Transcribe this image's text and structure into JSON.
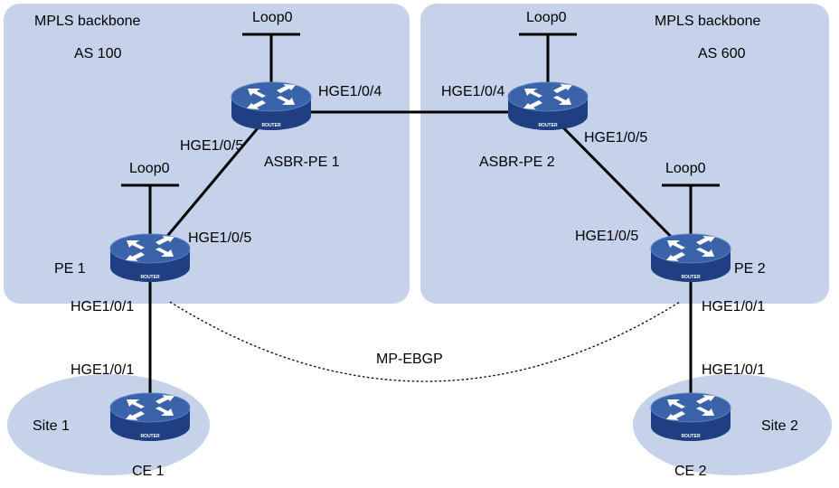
{
  "colors": {
    "region_fill": "#c5d2ea",
    "router_top": "#3a63aa",
    "router_side": "#1f3f82",
    "line": "#000000"
  },
  "regions": {
    "left": {
      "title": "MPLS backbone",
      "as": "AS 100"
    },
    "right": {
      "title": "MPLS backbone",
      "as": "AS 600"
    },
    "site1": {
      "label": "Site 1"
    },
    "site2": {
      "label": "Site 2"
    }
  },
  "devices": {
    "asbr1": {
      "name": "ASBR-PE 1",
      "icon_text": "ROUTER",
      "loop": "Loop0"
    },
    "asbr2": {
      "name": "ASBR-PE 2",
      "icon_text": "ROUTER",
      "loop": "Loop0"
    },
    "pe1": {
      "name": "PE 1",
      "icon_text": "ROUTER",
      "loop": "Loop0"
    },
    "pe2": {
      "name": "PE 2",
      "icon_text": "ROUTER",
      "loop": "Loop0"
    },
    "ce1": {
      "name": "CE 1",
      "icon_text": "ROUTER"
    },
    "ce2": {
      "name": "CE 2",
      "icon_text": "ROUTER"
    }
  },
  "interfaces": {
    "asbr1_right": "HGE1/0/4",
    "asbr2_left": "HGE1/0/4",
    "asbr1_down": "HGE1/0/5",
    "pe1_up": "HGE1/0/5",
    "asbr2_down": "HGE1/0/5",
    "pe2_up": "HGE1/0/5",
    "pe1_down": "HGE1/0/1",
    "ce1_up": "HGE1/0/1",
    "pe2_down": "HGE1/0/1",
    "ce2_up": "HGE1/0/1"
  },
  "session": {
    "label": "MP-EBGP"
  }
}
